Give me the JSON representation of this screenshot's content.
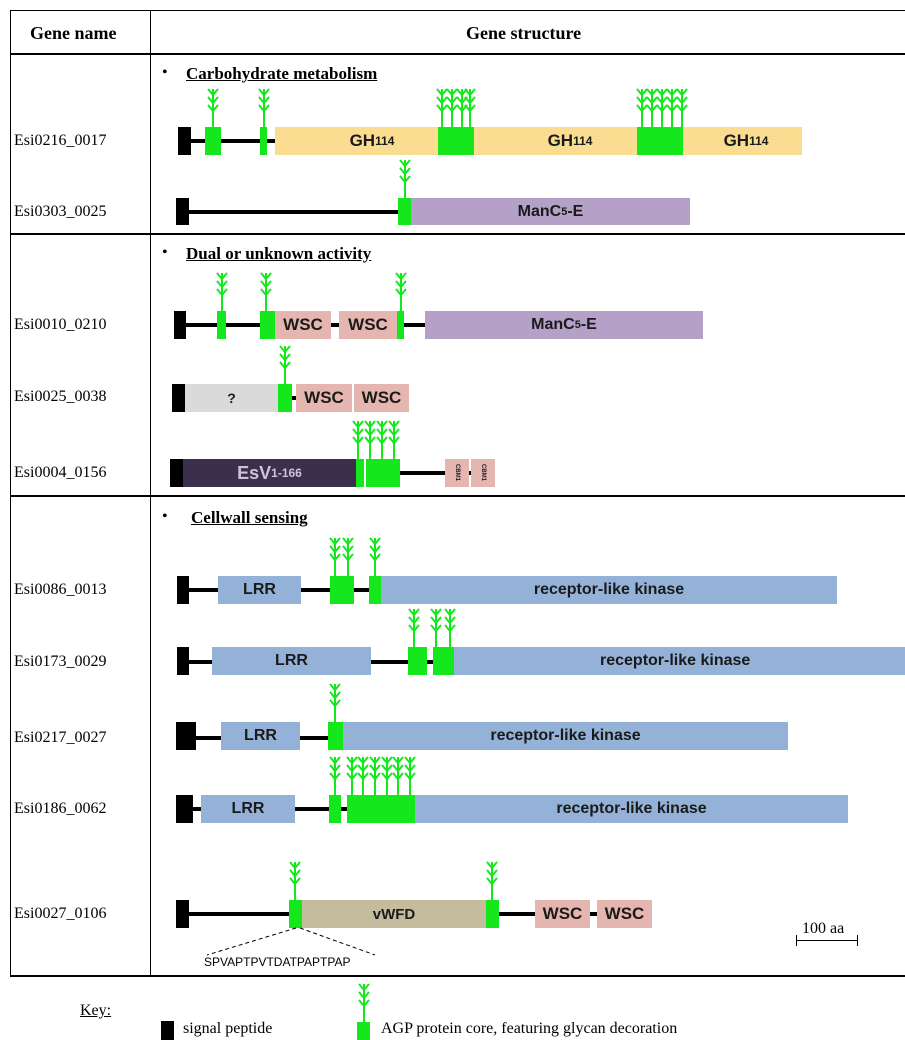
{
  "header": {
    "col1": "Gene name",
    "col2": "Gene structure"
  },
  "sections": {
    "carb": "Carbohydrate metabolism",
    "dual": "Dual or unknown activity",
    "cell": "Cellwall sensing"
  },
  "bullet": "•",
  "genes": {
    "g1": "Esi0216_0017",
    "g2": "Esi0303_0025",
    "g3": "Esi0010_0210",
    "g4": "Esi0025_0038",
    "g5": "Esi0004_0156",
    "g6": "Esi0086_0013",
    "g7": "Esi0173_0029",
    "g8": "Esi0217_0027",
    "g9": "Esi0186_0062",
    "g10": "Esi0027_0106"
  },
  "domains": {
    "gh": "GH",
    "gh_sub": "114",
    "man": "ManC",
    "man_sub": "5",
    "man_suffix": "-E",
    "wsc": "WSC",
    "q": "?",
    "esv": "EsV",
    "esv_sub": "1-166",
    "cbm": "CBM1",
    "lrr": "LRR",
    "rlk": "receptor-like kinase",
    "vwfd": "vWFD"
  },
  "sequence": "SPVAPTPVTDATPAPTPAP",
  "scale": "100 aa",
  "key": {
    "title": "Key:",
    "signal": "signal peptide",
    "agp": "AGP protein core, featuring glycan decoration"
  },
  "colors": {
    "agp": "#14e81c",
    "gh": "#fadd90",
    "man": "#b5a0c7",
    "wsc": "#e5b5b0",
    "lrr": "#94b2d8",
    "vwfd": "#c5bc9e",
    "esv": "#3c2f4d"
  }
}
